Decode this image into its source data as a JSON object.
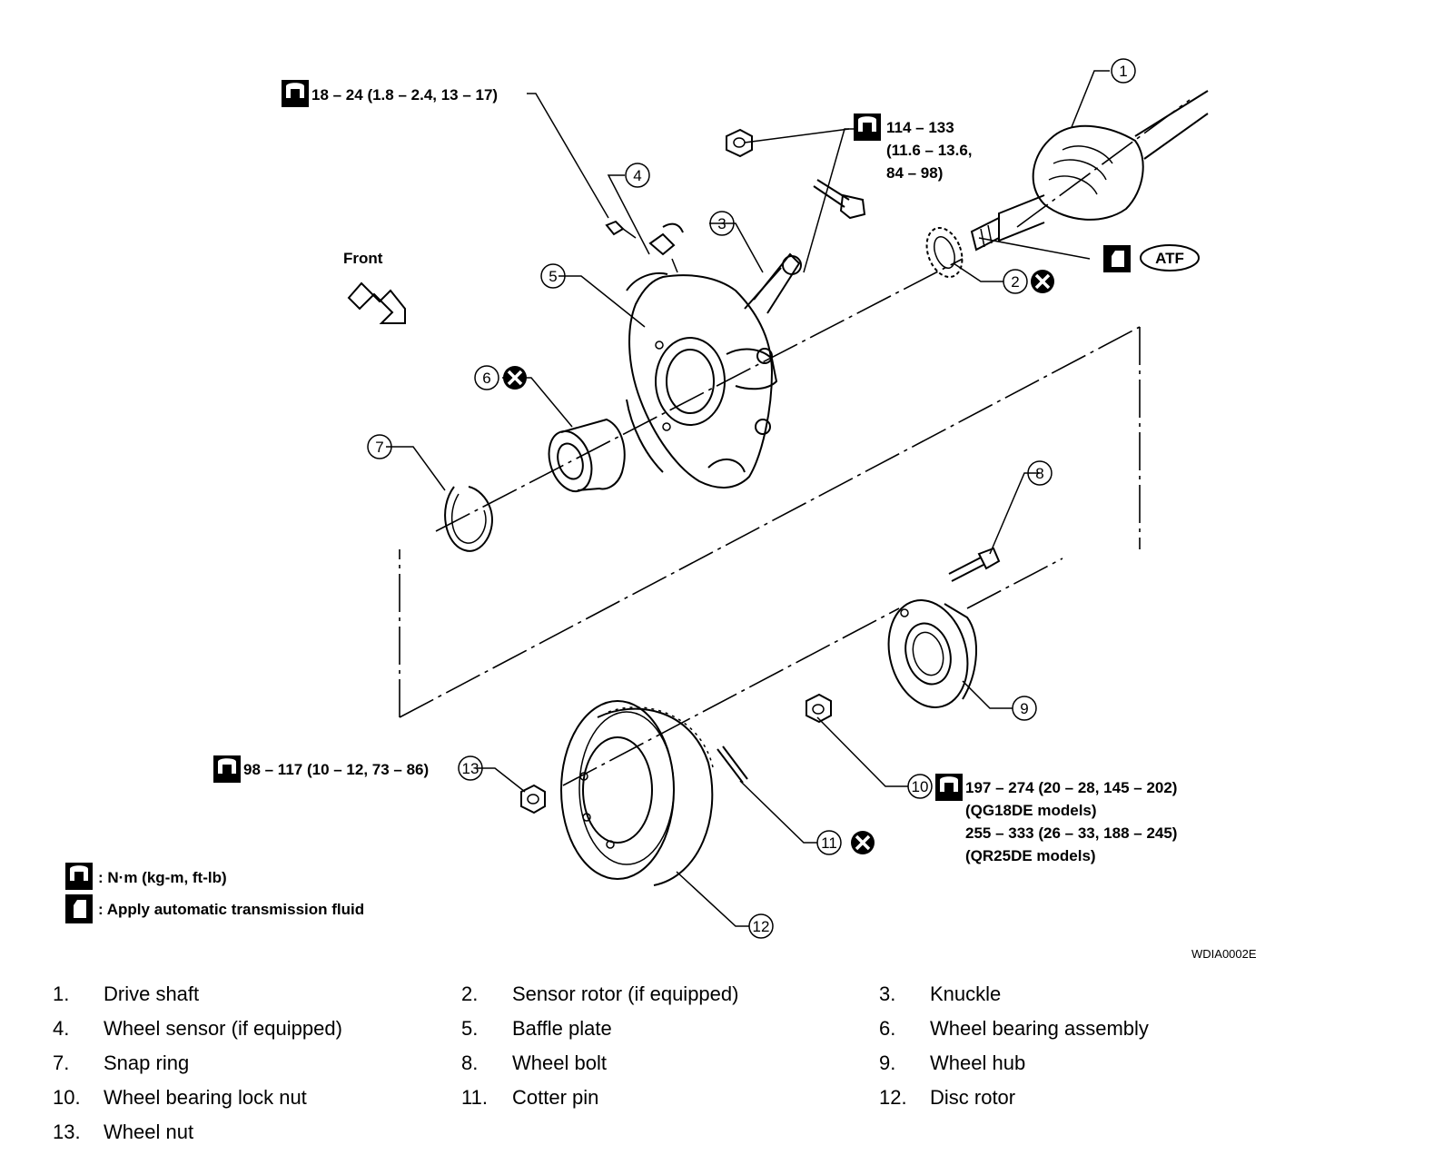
{
  "torque": {
    "t1": "18 – 24 (1.8 – 2.4, 13 – 17)",
    "t2_line1": "114 – 133",
    "t2_line2": "(11.6 – 13.6,",
    "t2_line3": "84 – 98)",
    "t3": "98 – 117 (10 – 12, 73 – 86)",
    "t4_line1": "197 – 274 (20 – 28, 145 – 202)",
    "t4_line2": "(QG18DE models)",
    "t4_line3": "255 – 333 (26 – 33, 188 – 245)",
    "t4_line4": "(QR25DE models)"
  },
  "labels": {
    "front": "Front",
    "atf": "ATF",
    "fig_code": "WDIA0002E"
  },
  "legend": {
    "torque_unit": ": N·m (kg-m, ft-lb)",
    "fluid": ": Apply automatic transmission fluid"
  },
  "callouts": [
    "1",
    "2",
    "3",
    "4",
    "5",
    "6",
    "7",
    "8",
    "9",
    "10",
    "11",
    "12",
    "13"
  ],
  "parts": [
    {
      "num": "1.",
      "name": "Drive shaft"
    },
    {
      "num": "2.",
      "name": "Sensor rotor (if equipped)"
    },
    {
      "num": "3.",
      "name": "Knuckle"
    },
    {
      "num": "4.",
      "name": "Wheel sensor (if equipped)"
    },
    {
      "num": "5.",
      "name": "Baffle plate"
    },
    {
      "num": "6.",
      "name": "Wheel bearing assembly"
    },
    {
      "num": "7.",
      "name": "Snap ring"
    },
    {
      "num": "8.",
      "name": "Wheel bolt"
    },
    {
      "num": "9.",
      "name": "Wheel hub"
    },
    {
      "num": "10.",
      "name": "Wheel bearing lock nut"
    },
    {
      "num": "11.",
      "name": "Cotter pin"
    },
    {
      "num": "12.",
      "name": "Disc rotor"
    },
    {
      "num": "13.",
      "name": "Wheel nut"
    }
  ]
}
